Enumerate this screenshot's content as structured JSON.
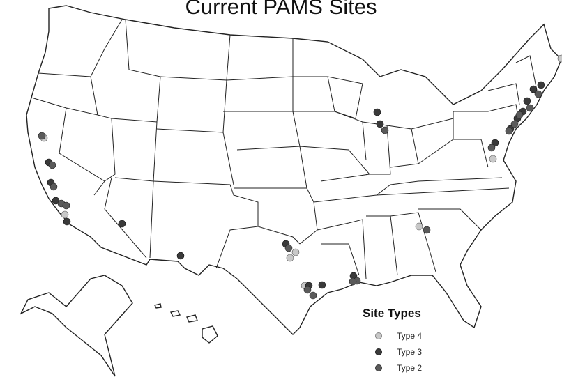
{
  "title": "Current PAMS Sites",
  "legend": {
    "title": "Site Types",
    "items": [
      {
        "label": "Type 4",
        "color": "#c8c8c8"
      },
      {
        "label": "Type 3",
        "color": "#3a3a3a"
      },
      {
        "label": "Type 2",
        "color": "#5a5a5a"
      }
    ]
  }
}
